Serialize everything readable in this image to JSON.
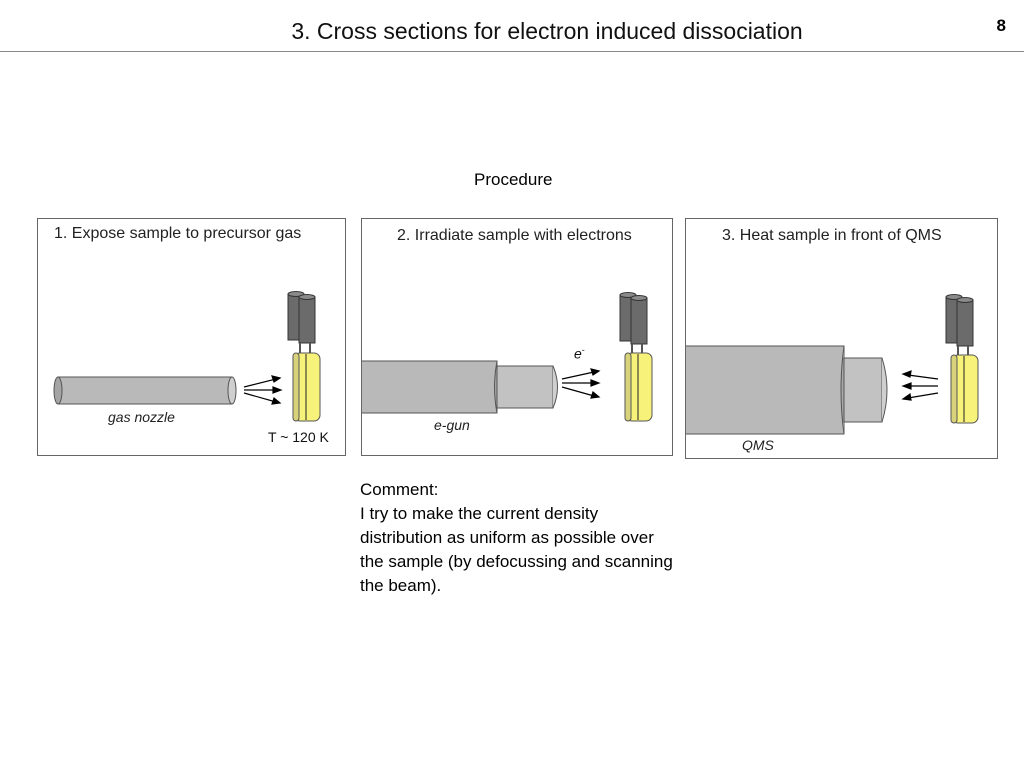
{
  "slide": {
    "title": "3. Cross sections for electron induced dissociation",
    "page_number": "8"
  },
  "section_label": "Procedure",
  "panels": [
    {
      "title": "1. Expose sample to precursor gas",
      "device_label": "gas nozzle",
      "temperature_label": "T ~ 120 K"
    },
    {
      "title": "2. Irradiate sample with electrons",
      "device_label": "e-gun",
      "particle_label": "e",
      "particle_charge": "-"
    },
    {
      "title": "3. Heat sample in front of QMS",
      "device_label": "QMS"
    }
  ],
  "comment": {
    "heading": "Comment:",
    "body": "I try to make the current density distribution as uniform as possible over the sample (by defocussing and scanning the beam)."
  },
  "colors": {
    "device_gray": "#b9b9b9",
    "holder_dark": "#6b6b6b",
    "sample_yellow": "#f7f27a"
  }
}
